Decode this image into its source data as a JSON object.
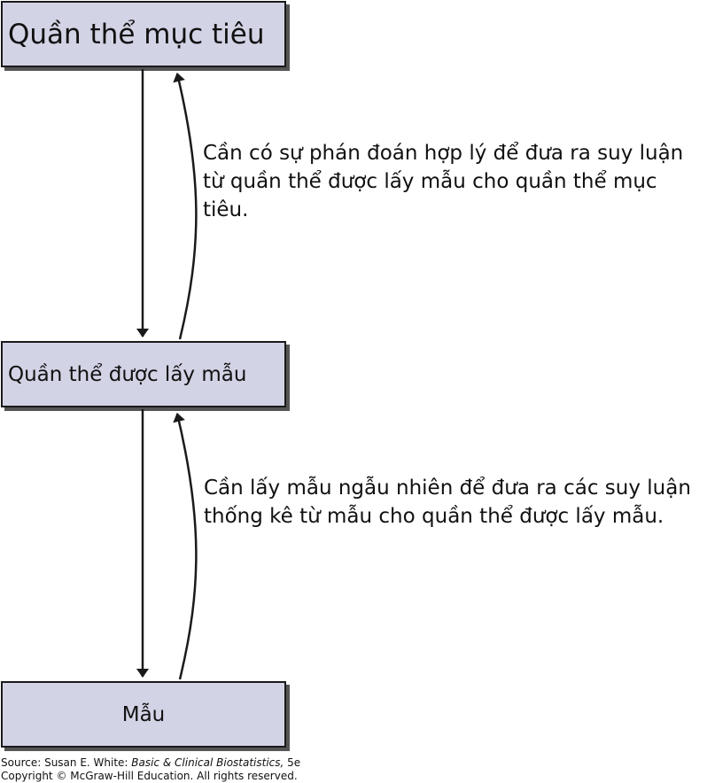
{
  "boxes": {
    "target": "Quần thể mục tiêu",
    "sampled": "Quần thể được lấy mẫu",
    "sample": "Mẫu"
  },
  "notes": {
    "upper": "Cần có sự phán đoán hợp lý để đưa ra suy luận từ quần thể được lấy mẫu cho quần thể mục tiêu.",
    "lower": "Cần lấy mẫu ngẫu nhiên để đưa ra các suy luận thống kê từ mẫu cho quần thể được lấy mẫu."
  },
  "source": {
    "prefix": "Source: Susan E. White: ",
    "book": "Basic & Clinical Biostatistics,",
    "edition": " 5e",
    "copyright": "Copyright © McGraw-Hill Education. All rights reserved."
  }
}
